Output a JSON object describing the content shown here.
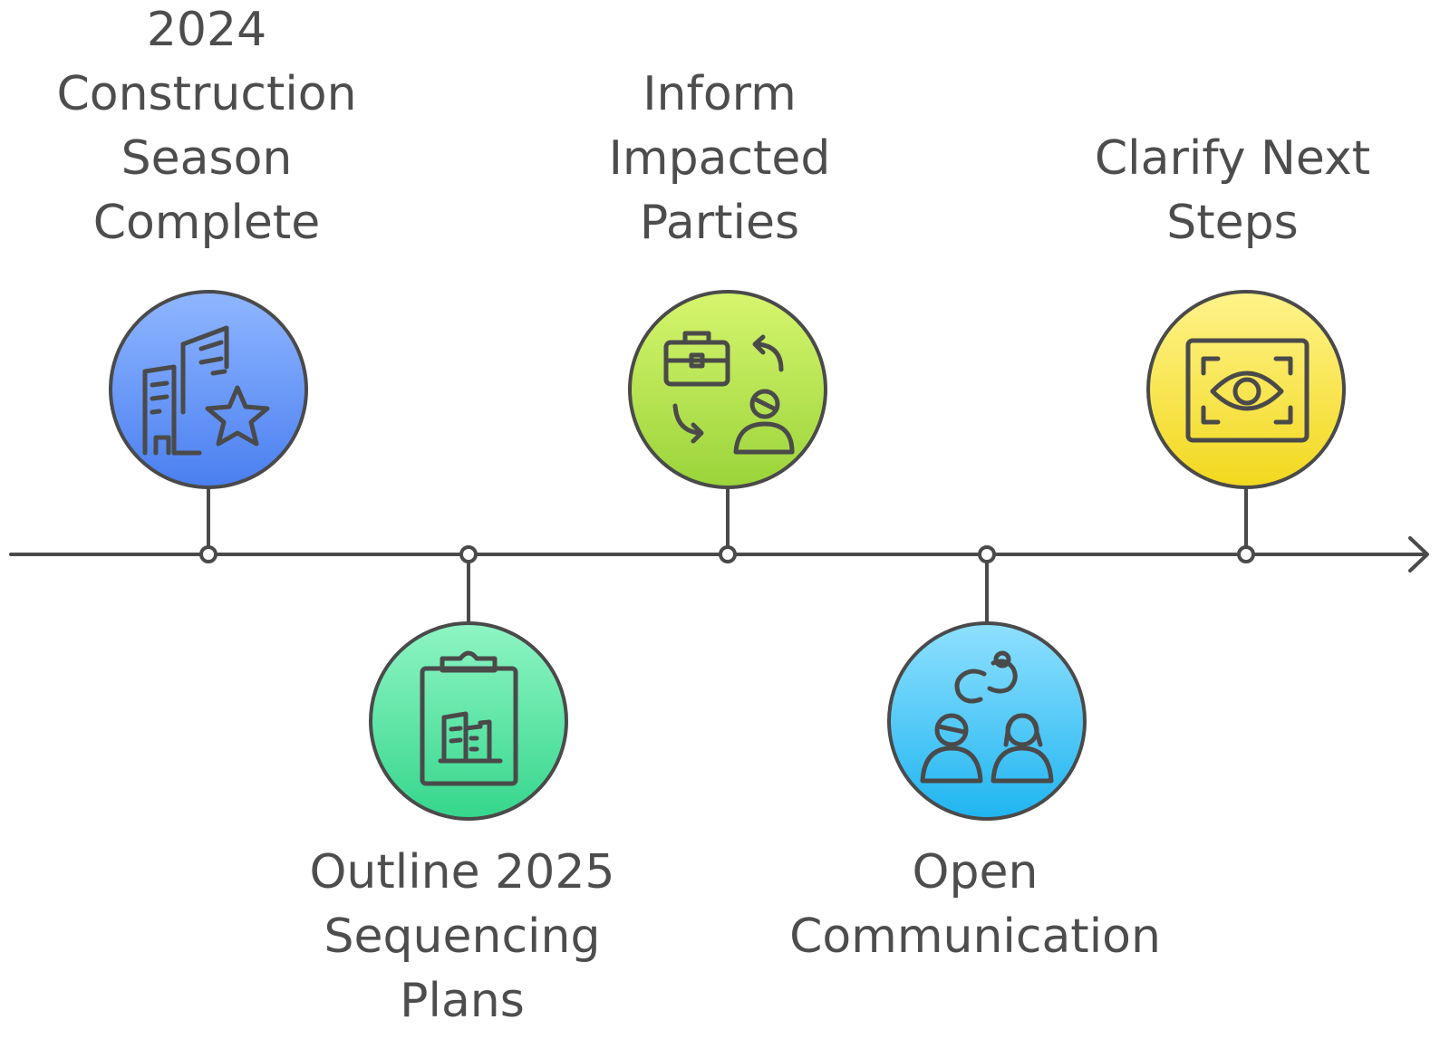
{
  "diagram": {
    "steps": [
      {
        "label": "2024\nConstruction\nSeason\nComplete",
        "icon": "city-star-icon",
        "color_top": "#8fb6ff",
        "color_bottom": "#4a7ff0",
        "side": "above"
      },
      {
        "label": "Outline 2025\nSequencing\nPlans",
        "icon": "clipboard-plan-icon",
        "color_top": "#8ff5c4",
        "color_bottom": "#35d68c",
        "side": "below"
      },
      {
        "label": "Inform\nImpacted\nParties",
        "icon": "briefcase-person-exchange-icon",
        "color_top": "#d6f56e",
        "color_bottom": "#9ad43a",
        "side": "above"
      },
      {
        "label": "Open\nCommunication",
        "icon": "people-link-icon",
        "color_top": "#8fe0ff",
        "color_bottom": "#1fb5f0",
        "side": "below"
      },
      {
        "label": "Clarify Next\nSteps",
        "icon": "eye-scan-icon",
        "color_top": "#fff38a",
        "color_bottom": "#f2d81e",
        "side": "above"
      }
    ],
    "line_color": "#4a4a4a"
  }
}
